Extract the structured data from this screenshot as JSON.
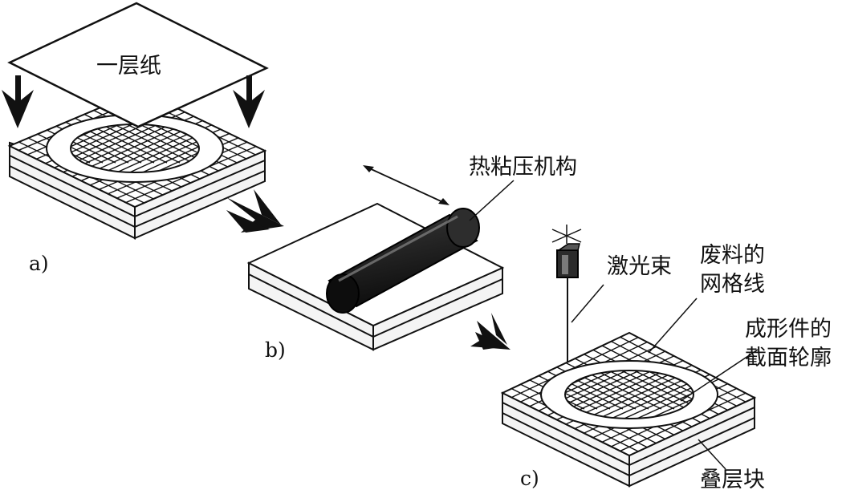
{
  "diagram": {
    "labels": {
      "paper_sheet": "一层纸",
      "hot_press_roller": "热粘压机构",
      "laser_beam": "激光束",
      "waste_grid_line1": "废料的",
      "waste_grid_line2": "网格线",
      "part_contour_line1": "成形件的",
      "part_contour_line2": "截面轮廓",
      "laminated_block": "叠层块"
    },
    "steps": {
      "a": "a)",
      "b": "b)",
      "c": "c)"
    }
  },
  "colors": {
    "ink": "#111111",
    "roller_dark": "#1b1b1b",
    "roller_highlight": "#6a6a6a",
    "layer_mid": "#bdbdbd"
  }
}
